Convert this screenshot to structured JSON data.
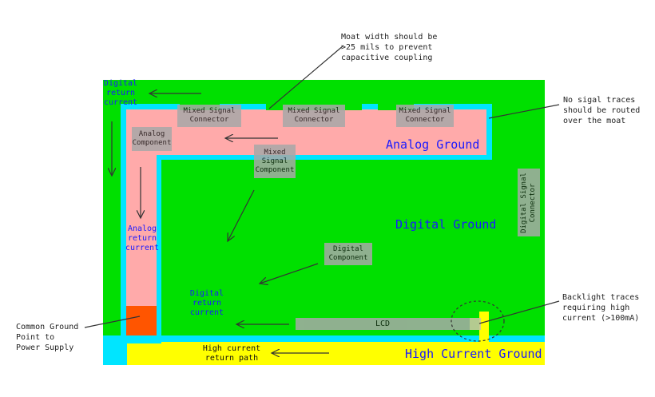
{
  "colors": {
    "digital_ground": "#00e000",
    "moat": "#00e5ff",
    "analog_ground": "#ffaaaa",
    "high_current_ground": "#ffff00",
    "common_ground_point": "#ff5500",
    "component": "#a8a8a8",
    "blue_text": "#1a1aff",
    "arrow": "#333333"
  },
  "regions": {
    "analog_ground": "Analog Ground",
    "digital_ground": "Digital Ground",
    "high_current_ground": "High Current Ground"
  },
  "components": {
    "mixed_signal_connector_1": "Mixed Signal\nConnector",
    "mixed_signal_connector_2": "Mixed Signal\nConnector",
    "mixed_signal_connector_3": "Mixed Signal\nConnector",
    "analog_component": "Analog\nComponent",
    "mixed_signal_component": "Mixed\nSignal\nComponent",
    "digital_signal_connector": "Digital Signal\nConnector",
    "digital_component": "Digital\nComponent",
    "lcd": "LCD"
  },
  "labels": {
    "digital_return_current_top": "Digital\nreturn\ncurrent",
    "analog_return_current": "Analog\nreturn\ncurrent",
    "digital_return_current_mid": "Digital\nreturn\ncurrent",
    "high_current_return_path": "High current\nreturn path"
  },
  "annotations": {
    "moat_width": "Moat width should be\n>25 mils to prevent\ncapacitive coupling",
    "no_signal_traces": "No sigal traces\nshould be routed\nover the moat",
    "common_ground_point": "Common Ground\nPoint to\nPower Supply",
    "backlight_traces": "Backlight traces\nrequiring high\ncurrent (>100mA)"
  }
}
